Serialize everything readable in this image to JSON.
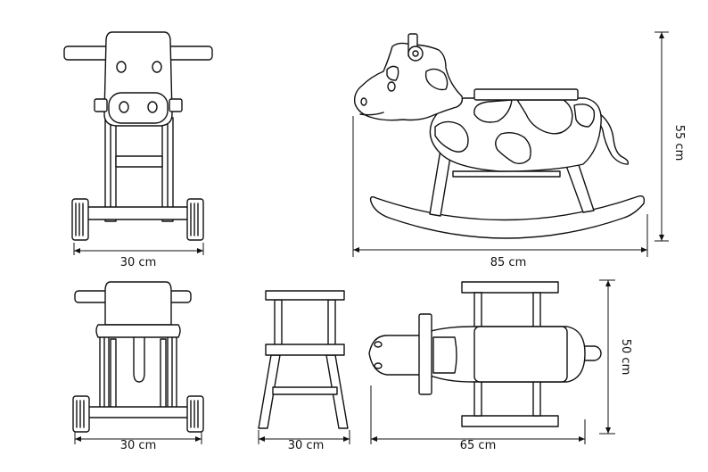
{
  "dimensions": {
    "front_width": "30 cm",
    "side_length": "85 cm",
    "side_height": "55 cm",
    "rear_width": "30 cm",
    "stool_width": "30 cm",
    "top_length": "65 cm",
    "top_width": "50 cm"
  }
}
